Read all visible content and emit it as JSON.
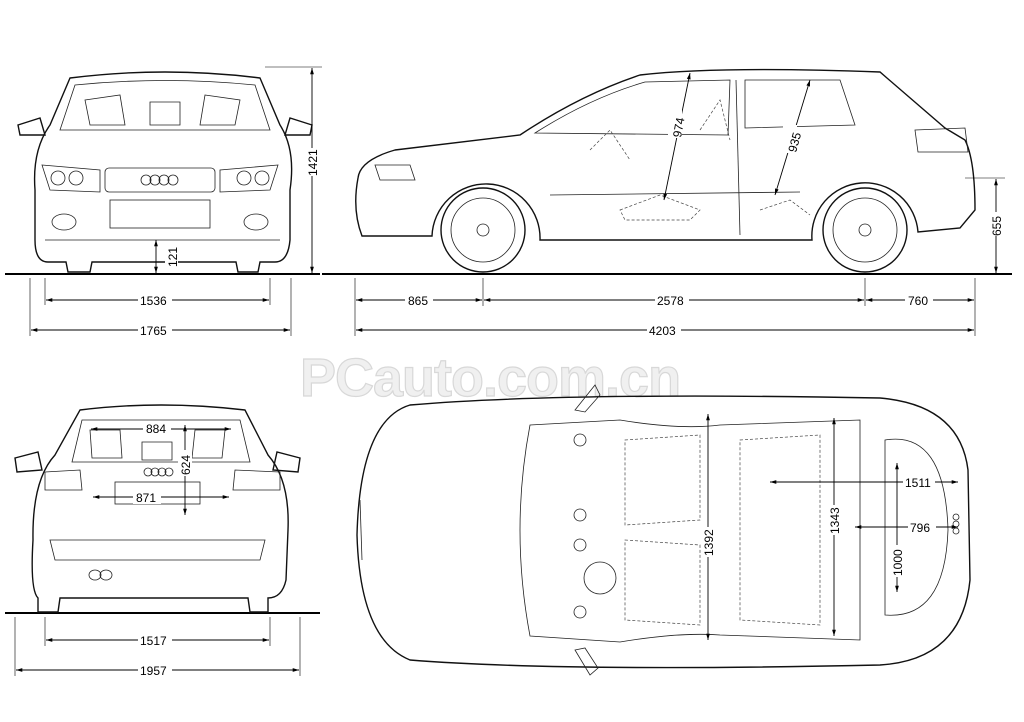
{
  "watermark": "PCauto.com.cn",
  "front_view": {
    "height": "1421",
    "ground_clearance": "121",
    "track_front": "1536",
    "width": "1765"
  },
  "side_view": {
    "front_headroom": "974",
    "rear_headroom": "935",
    "boot_sill_height": "655",
    "front_overhang": "865",
    "wheelbase": "2578",
    "rear_overhang": "760",
    "length": "4203"
  },
  "rear_view": {
    "rear_window_width": "884",
    "tailgate_opening_height": "624",
    "tailgate_opening_width": "871",
    "track_rear": "1517",
    "width_with_mirrors": "1957"
  },
  "top_view": {
    "front_elbow_width": "1392",
    "rear_elbow_width": "1343",
    "boot_length": "1511",
    "boot_length_rear_seat": "796",
    "boot_width": "1000"
  }
}
